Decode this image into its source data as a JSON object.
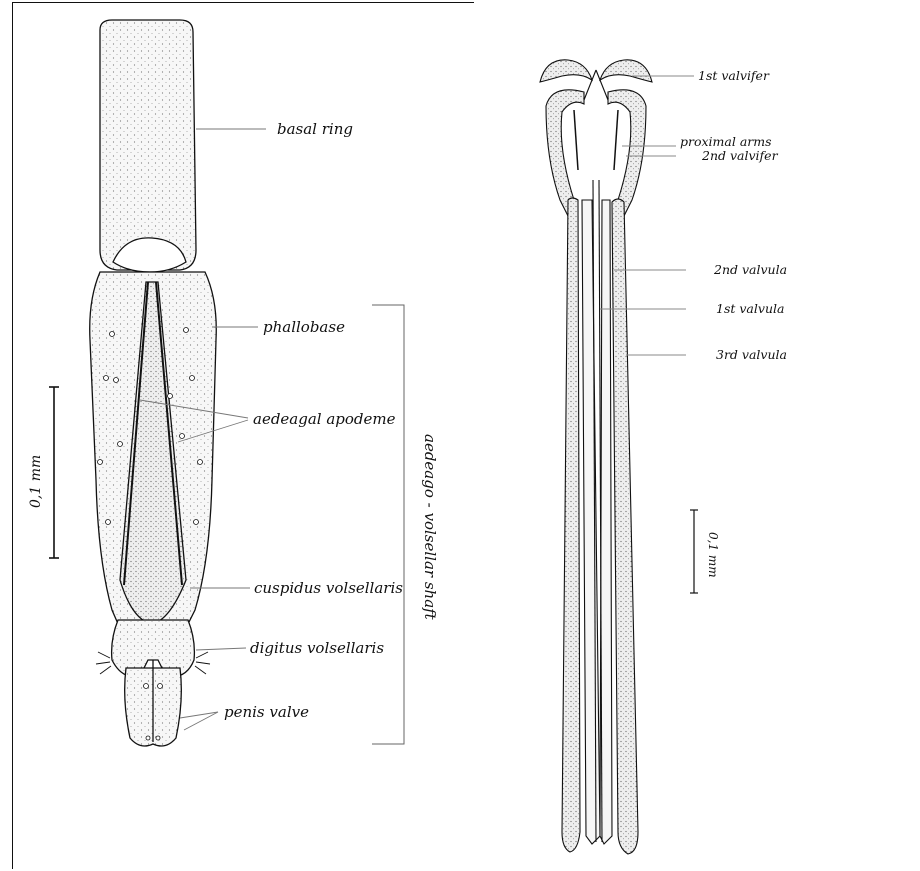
{
  "left_panel": {
    "labels": {
      "basal_ring": "basal ring",
      "phallobase": "phallobase",
      "aedeagal_apodeme": "aedeagal apodeme",
      "cuspidus_volsellaris": "cuspidus volsellaris",
      "digitus_volsellaris": "digitus volsellaris",
      "penis_valve": "penis valve",
      "shaft_bracket": "aedeago - volsellar shaft"
    },
    "scale_bar": "0,1 mm"
  },
  "right_panel": {
    "labels": {
      "first_valvifer": "1st valvifer",
      "proximal_arms": "proximal arms",
      "second_valvifer": "2nd valvifer",
      "second_valvula": "2nd valvula",
      "first_valvula": "1st valvula",
      "third_valvula": "3rd valvula"
    },
    "scale_bar": "0,1 mm"
  },
  "colors": {
    "ink": "#111111",
    "fill": "#f2f2f2",
    "guide": "#888888"
  }
}
